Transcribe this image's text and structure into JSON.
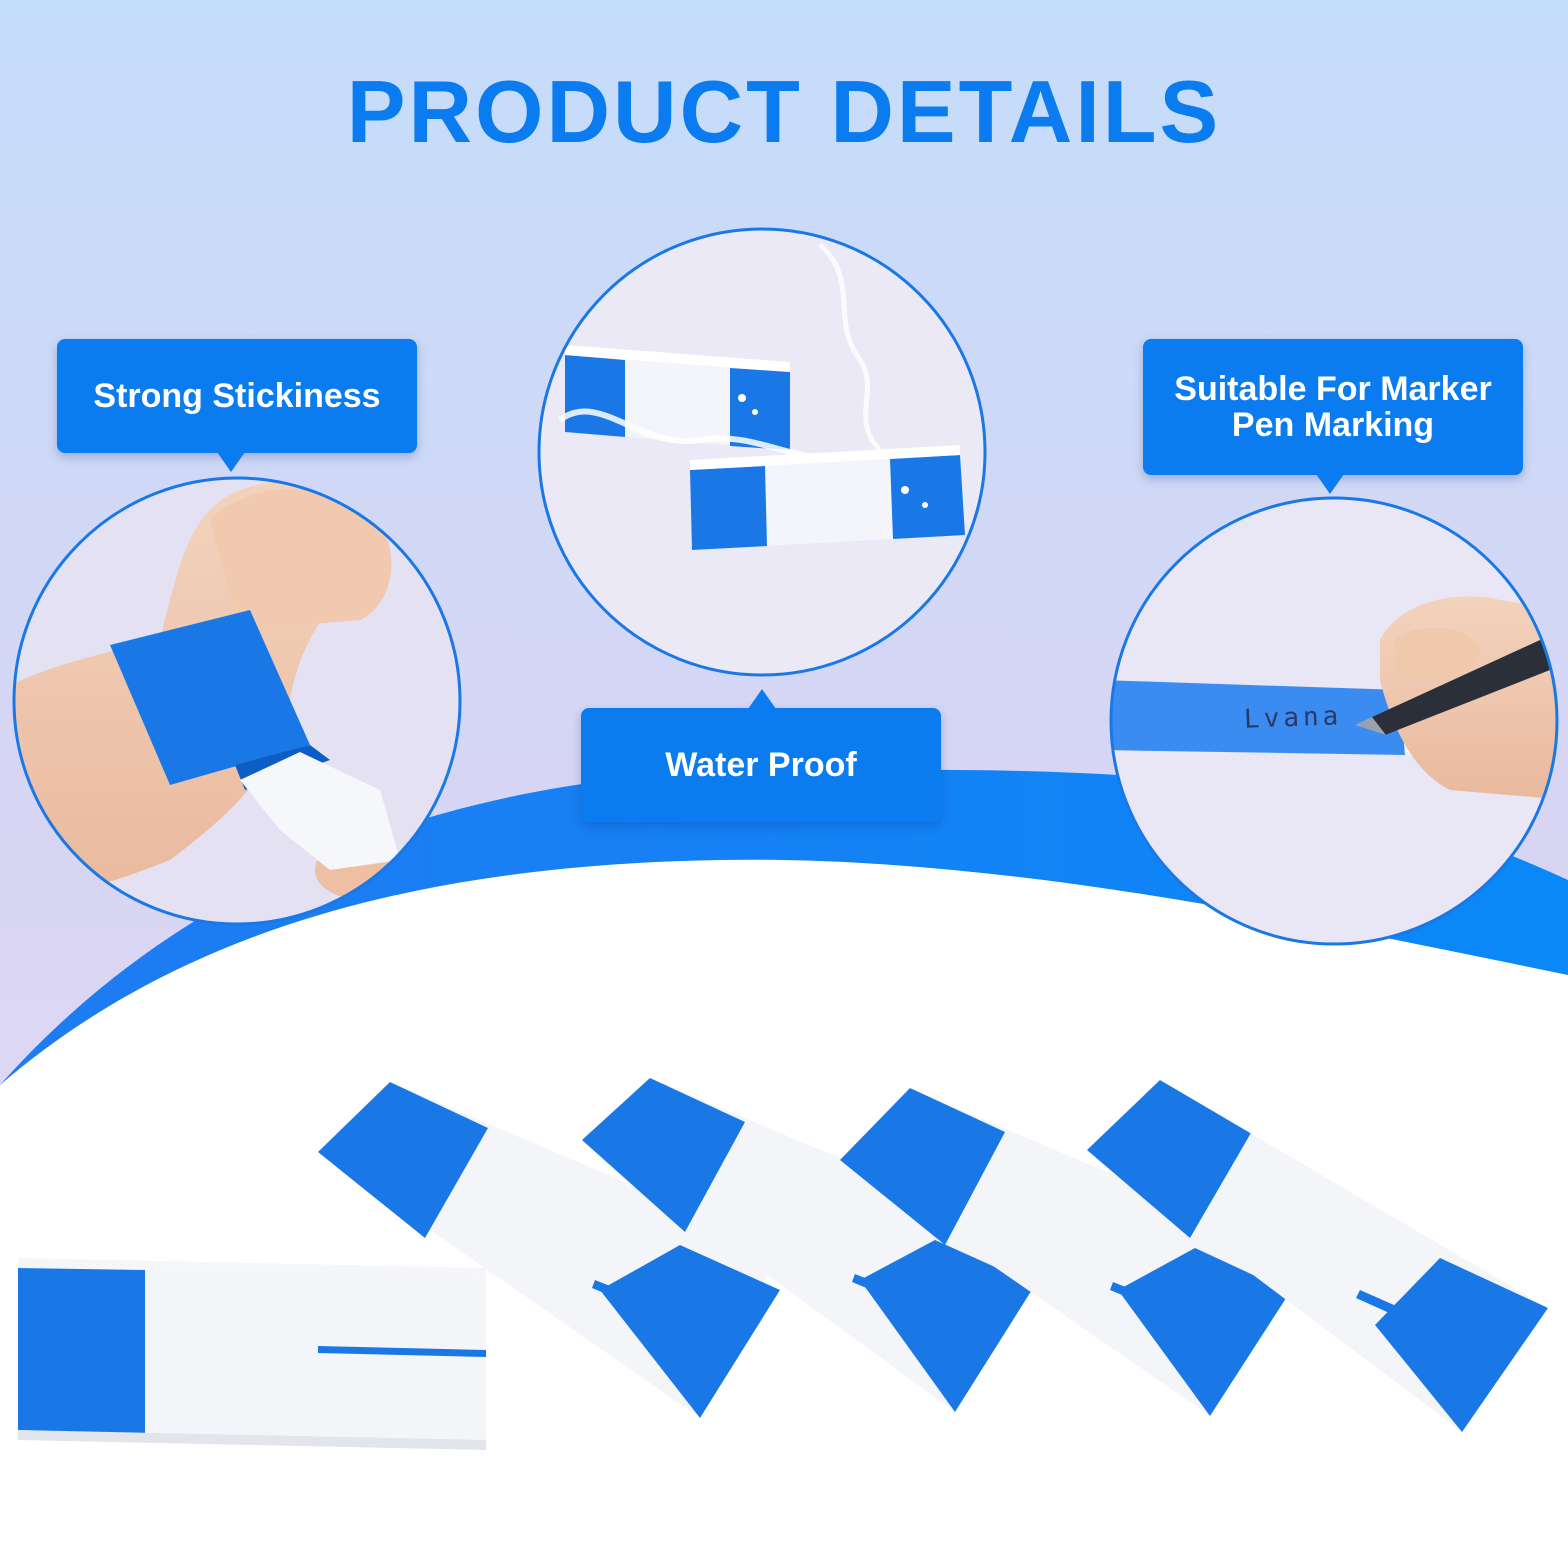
{
  "title": "PRODUCT DETAILS",
  "features": [
    {
      "label": "Strong Stickiness"
    },
    {
      "label": "Water Proof"
    },
    {
      "label_line1": "Suitable For Marker",
      "label_line2": "Pen Marking"
    }
  ],
  "handwriting": "Lvana",
  "colors": {
    "brand_blue": "#0a7cf0",
    "band_blue": "#1a78e6",
    "title_blue": "#0a7cf0",
    "bg_light": "#c9e0fb",
    "bg_mid": "#d9d6f3"
  },
  "icons": [
    "wristband-on-wrist",
    "wristbands-water-splash",
    "marker-pen-writing",
    "wristband-product"
  ]
}
